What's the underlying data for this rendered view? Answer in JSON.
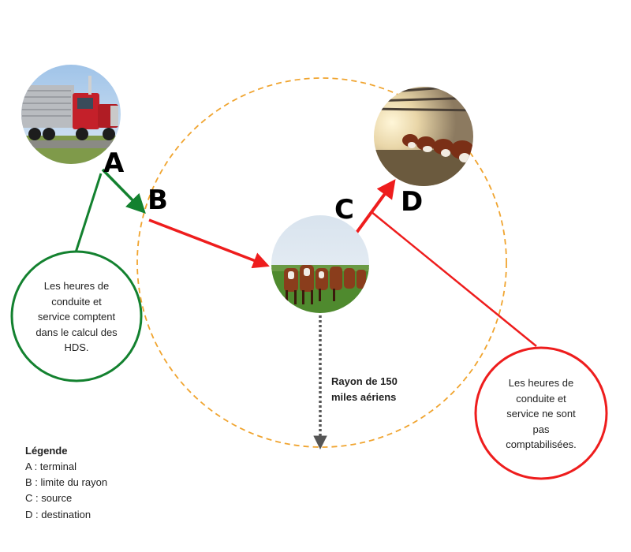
{
  "points": {
    "a": "A",
    "b": "B",
    "c": "C",
    "d": "D"
  },
  "green_note": [
    "Les heures de",
    "conduite et",
    "service comptent",
    "dans le calcul des",
    "HDS."
  ],
  "red_note": [
    "Les heures de",
    "conduite et",
    "service ne sont",
    "pas",
    "comptabilisées."
  ],
  "radius_label": [
    "Rayon de 150",
    "miles aériens"
  ],
  "legend": {
    "title": "Légende",
    "items": [
      "A : terminal",
      "B : limite du rayon",
      "C : source",
      "D : destination"
    ]
  },
  "colors": {
    "green": "#13812f",
    "red": "#ee1d1d",
    "radius_circle": "#f0a42f",
    "dotted_arrow": "#555555"
  },
  "icons": [
    "truck-photo",
    "cattle-pasture-photo",
    "cattle-feedlot-photo"
  ]
}
